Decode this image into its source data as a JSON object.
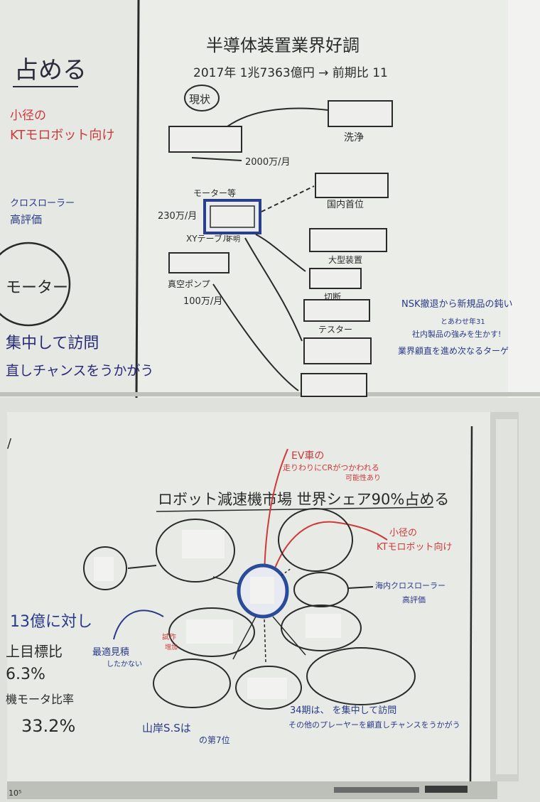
{
  "top_board": {
    "title": "半導体装置業界好調",
    "subtitle": "2017年 1兆7363億円 → 前期比 11",
    "genjo_label": "現状",
    "left_partial_title": "占める",
    "left_red_line1": "小径の",
    "left_red_line2": "KTモロボット向け",
    "left_blue_line1": "クロスローラー",
    "left_blue_line2": "高評価",
    "motor_partial": "モーター",
    "left_bottom_line1": "集中して訪問",
    "left_bottom_line2": "直しチャンスをうかがう",
    "wash_label": "洗浄",
    "amount_2000": "2000万/月",
    "motor_label": "モーター等",
    "amount_230": "230万/月",
    "xy_table_label": "XYテーブル",
    "xy_table_label2": "不明",
    "domestic_top_label": "国内首位",
    "large_label": "大型装置",
    "cut_label": "切断",
    "tester_label": "テスター",
    "vacuum_pump_label": "真空ポンプ",
    "amount_100": "100万/月",
    "nsk_line1": "NSK撤退から新規品の鈍い",
    "nsk_line2": "とあわせ年31",
    "nsk_line3": "社内製品の強みを生かす!",
    "nsk_line4": "業界顧直を進め次なるターゲ"
  },
  "bottom_board": {
    "title": "ロボット減速機市場 世界シェア90%占める",
    "ev_line1": "EV車の",
    "ev_line2": "走りわりにCRがつかわれる",
    "ev_line3": "可能性あり",
    "red_right_line1": "小径の",
    "red_right_line2": "KTモロボット向け",
    "blue_right_line1": "海内クロスローラー",
    "blue_right_line2": "高評価",
    "left_13": "13億に対し",
    "left_target": "上目標比",
    "left_63": "6.3%",
    "left_motor": "機モータ比率",
    "left_332": "33.2%",
    "blue_bottom_line1": "最適見積",
    "blue_bottom_line2": "したかない",
    "red_small_line1": "試作",
    "red_small_line2": "増加",
    "yamazaki_line1": "山岸S.Sは",
    "yamazaki_line2": "の第7位",
    "bottom_right_line1": "34期は、 を集中して訪問",
    "bottom_right_line2": "その他のプレーヤーを顧直しチャンスをうかがう",
    "corner_mark": "10⁵"
  }
}
